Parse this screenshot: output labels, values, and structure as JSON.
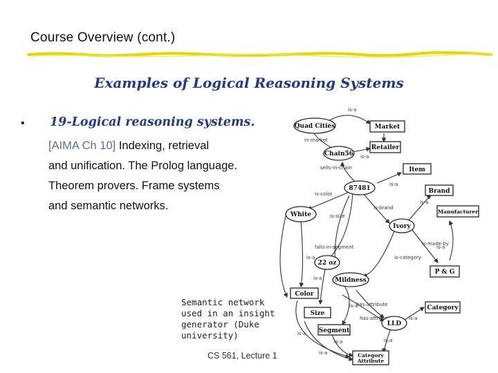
{
  "slide": {
    "title": "Course Overview (cont.)",
    "subtitle": "Examples of Logical Reasoning Systems",
    "bullet_marker": "•",
    "bullet_heading": "19-Logical reasoning systems.",
    "body_ref": "[AIMA Ch 10]",
    "body_lines": [
      "Indexing, retrieval",
      "and unification. The Prolog language.",
      "Theorem provers. Frame systems",
      "and semantic networks."
    ],
    "caption_lines": [
      "Semantic network",
      "used in an insight",
      "generator (Duke",
      "university)"
    ],
    "footer": "CS 561,  Lecture 1"
  },
  "network": {
    "nodes": {
      "quad_cities": "Quad Cities",
      "market": "Market",
      "retailer": "Retailer",
      "chain56": "Chain56",
      "item": "Item",
      "n87481": "87481",
      "brand": "Brand",
      "white": "White",
      "manufacturer": "Manufacturer",
      "ivory": "Ivory",
      "oz22": "22 oz",
      "pg": "P & G",
      "mildness": "Mildness",
      "color": "Color",
      "category": "Category",
      "size": "Size",
      "lld": "LLD",
      "segment": "Segment",
      "category_attribute": [
        "Category",
        "Attribute"
      ]
    },
    "edge_labels": {
      "isa": "is-a",
      "in_market": "in-market",
      "sells_in_chain": "sells-in-chain",
      "is_color": "is-color",
      "is_brand": "is-brand",
      "is_size": "is-size",
      "falls_in_segment": "falls-in-segment",
      "is_made_by": "is-made-by",
      "is_category": "is-category",
      "has_attribute": "has-attribute"
    }
  }
}
